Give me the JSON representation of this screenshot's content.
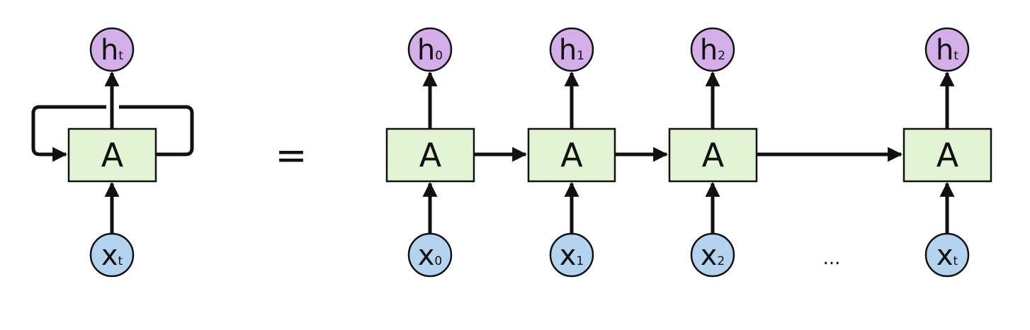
{
  "colors": {
    "cell_fill": "#e2f4d4",
    "output_fill": "#d3aee8",
    "input_fill": "#b3d3ee",
    "stroke": "#111111"
  },
  "folded": {
    "cell_label": "A",
    "output": {
      "main": "h",
      "sub": "t"
    },
    "input": {
      "main": "x",
      "sub": "t"
    }
  },
  "equals": "=",
  "unrolled": [
    {
      "cell_label": "A",
      "output": {
        "main": "h",
        "sub": "0"
      },
      "input": {
        "main": "x",
        "sub": "0"
      }
    },
    {
      "cell_label": "A",
      "output": {
        "main": "h",
        "sub": "1"
      },
      "input": {
        "main": "x",
        "sub": "1"
      }
    },
    {
      "cell_label": "A",
      "output": {
        "main": "h",
        "sub": "2"
      },
      "input": {
        "main": "x",
        "sub": "2"
      }
    },
    {
      "cell_label": "A",
      "output": {
        "main": "h",
        "sub": "t"
      },
      "input": {
        "main": "x",
        "sub": "t"
      }
    }
  ],
  "ellipsis": "..."
}
